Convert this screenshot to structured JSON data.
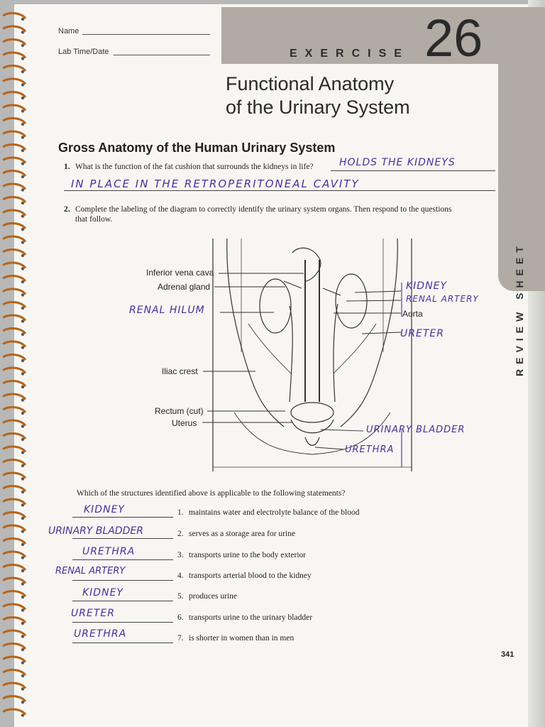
{
  "header": {
    "name_label": "Name",
    "lab_label": "Lab Time/Date",
    "exercise_word": "EXERCISE",
    "exercise_number": "26",
    "sidebar_text": "REVIEW SHEET"
  },
  "title": {
    "line1": "Functional Anatomy",
    "line2": "of the Urinary System"
  },
  "section": {
    "title": "Gross Anatomy of the Human Urinary System"
  },
  "question1": {
    "number": "1.",
    "text": "What is the function of the fat cushion that surrounds the kidneys in life?",
    "answer_line1": "HOLDS THE KIDNEYS",
    "answer_line2": "IN PLACE IN THE RETROPERITONEAL CAVITY"
  },
  "question2": {
    "number": "2.",
    "text_line1": "Complete the labeling of the diagram to correctly identify the urinary system organs. Then respond to the questions",
    "text_line2": "that follow."
  },
  "diagram": {
    "printed_labels": {
      "ivc": "Inferior vena cava",
      "adrenal": "Adrenal gland",
      "aorta": "Aorta",
      "iliac": "Iliac crest",
      "rectum": "Rectum (cut)",
      "uterus": "Uterus"
    },
    "handwritten_labels": {
      "renal_hilum": "RENAL HILUM",
      "kidney": "KIDNEY",
      "renal_artery": "RENAL ARTERY",
      "ureter": "URETER",
      "urinary_bladder": "URINARY BLADDER",
      "urethra": "URETHRA"
    }
  },
  "statements": {
    "prompt": "Which of the structures identified above is applicable to the following statements?",
    "items": [
      {
        "num": "1.",
        "text": "maintains water and electrolyte balance of the blood",
        "answer": "KIDNEY"
      },
      {
        "num": "2.",
        "text": "serves as a storage area for urine",
        "answer": "URINARY BLADDER"
      },
      {
        "num": "3.",
        "text": "transports urine to the body exterior",
        "answer": "URETHRA"
      },
      {
        "num": "4.",
        "text": "transports arterial blood to the kidney",
        "answer": "RENAL ARTERY"
      },
      {
        "num": "5.",
        "text": "produces urine",
        "answer": "KIDNEY"
      },
      {
        "num": "6.",
        "text": "transports urine to the urinary bladder",
        "answer": "URETER"
      },
      {
        "num": "7.",
        "text": "is shorter in women than in men",
        "answer": "URETHRA"
      }
    ]
  },
  "footer": {
    "page_number": "341"
  },
  "colors": {
    "ink": "#4a2f9e",
    "banner": "#b2aba4",
    "paper": "#f7f6f2"
  }
}
